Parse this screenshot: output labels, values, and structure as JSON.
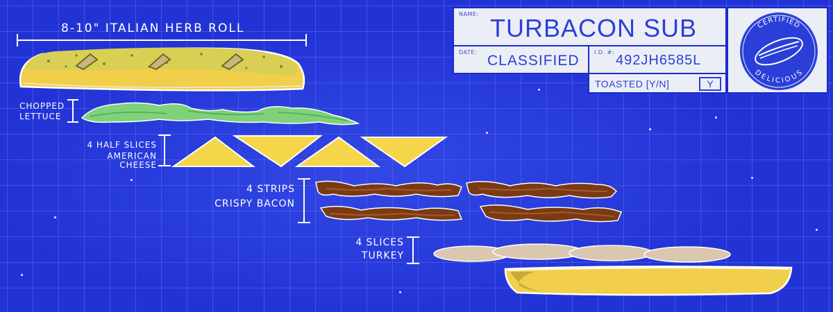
{
  "diagram": {
    "labels": {
      "roll": "8-10\" Italian Herb Roll",
      "lettuce_line1": "Chopped",
      "lettuce_line2": "Lettuce",
      "cheese_line1": "4 Half Slices",
      "cheese_line2": "American Cheese",
      "bacon_line1": "4 Strips",
      "bacon_line2": "Crispy Bacon",
      "turkey_line1": "4 Slices",
      "turkey_line2": "Turkey"
    }
  },
  "title_block": {
    "name_caption": "NAME:",
    "name_value": "TURBACON SUB",
    "date_caption": "DATE:",
    "date_value": "CLASSIFIED",
    "id_caption": "I.D. #:",
    "id_value": "492JH6585L",
    "toasted_label": "TOASTED [Y/N]",
    "toasted_value": "Y"
  },
  "seal": {
    "top_text": "CERTIFIED",
    "bottom_text": "DELICIOUS"
  },
  "colors": {
    "blueprint_bg": "#2233d6",
    "grid_line": "#aabeff",
    "bread": "#f2cf4a",
    "bread_crust": "#8a9a2a",
    "lettuce": "#7ed27a",
    "cheese": "#f5d54a",
    "bacon": "#7a3a14",
    "turkey": "#d9c7b0",
    "title_ink": "#2a3fd8"
  }
}
